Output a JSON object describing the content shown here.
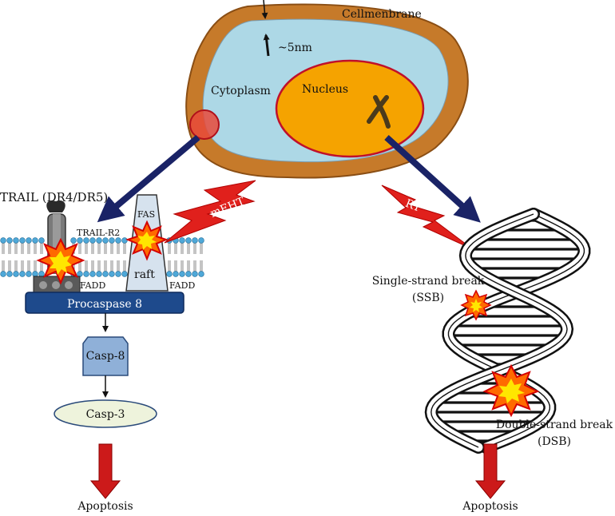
{
  "cell": {
    "membrane_label": "Cellmenbrane",
    "thickness_label": "~5nm",
    "cytoplasm_label": "Cytoplasm",
    "nucleus_label": "Nucleus"
  },
  "left_pathway": {
    "trail_label": "TRAIL (DR4/DR5)",
    "trail_r2_label": "TRAIL-R2",
    "fas_label": "FAS",
    "raft_label": "raft",
    "fadd_left_label": "FADD",
    "fadd_right_label": "FADD",
    "procaspase_label": "Procaspase 8",
    "casp8_label": "Casp-8",
    "casp3_label": "Casp-3",
    "apoptosis_label": "Apoptosis",
    "meht_label": "mEHT"
  },
  "right_pathway": {
    "rt_label": "RT",
    "ssb_label_line1": "Single-strand break",
    "ssb_label_line2": "(SSB)",
    "dsb_label_line1": "Double-strand break",
    "dsb_label_line2": "(DSB)",
    "apoptosis_label": "Apoptosis"
  },
  "colors": {
    "membrane": "#c67a2a",
    "cytoplasm": "#add8e6",
    "nucleus": "#f5a300",
    "nucleus_border": "#c0102a",
    "pathway_arrow": "#1a2366",
    "lightning": "#e0201c",
    "down_arrow": "#cc1a1a",
    "procaspase": "#1e4a8c",
    "casp_box": "#8fb0d8"
  }
}
